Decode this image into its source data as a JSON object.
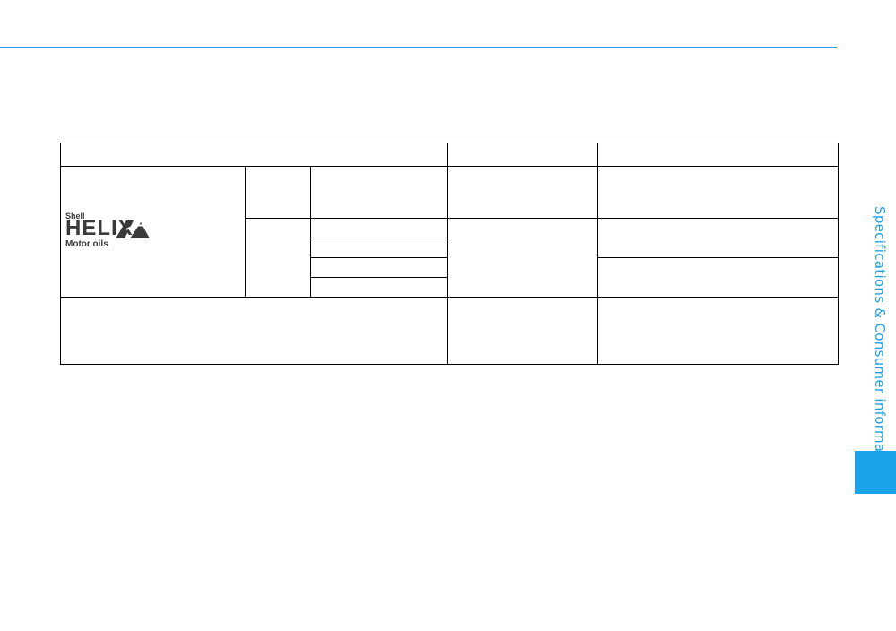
{
  "side_tab": {
    "label": "Specifications & Consumer information"
  },
  "logo": {
    "brand_top": "Shell",
    "brand_main": "HELIX",
    "brand_sub": "Motor oils"
  },
  "table": {
    "header": [
      "",
      "",
      ""
    ],
    "cells": {
      "r1_grade": "",
      "r1_spec": "",
      "r1_type": "",
      "r1_desc": "",
      "r2_grade": "",
      "r2_spec_a": "",
      "r2_spec_b": "",
      "r2_spec_c": "",
      "r2_spec_d": "",
      "r2_type": "",
      "r2_desc_a": "",
      "r2_desc_b": "",
      "footer_note": "",
      "footer_type": "",
      "footer_desc": ""
    }
  },
  "colors": {
    "accent": "#1aa3e8",
    "logo": "#3a3a3a",
    "border": "#000000"
  }
}
